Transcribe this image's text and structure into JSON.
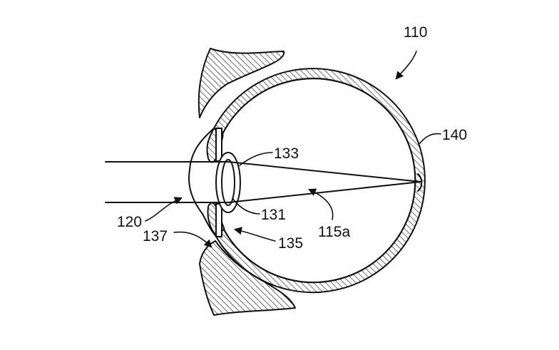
{
  "figure": {
    "labels": {
      "eye_ref": "110",
      "cornea_ref": "120",
      "lens_top_ref": "133",
      "lens_ref": "131",
      "lens_bottom_ref": "135",
      "iris_ref": "137",
      "retina_ref": "140",
      "ray_ref": "115a"
    }
  }
}
